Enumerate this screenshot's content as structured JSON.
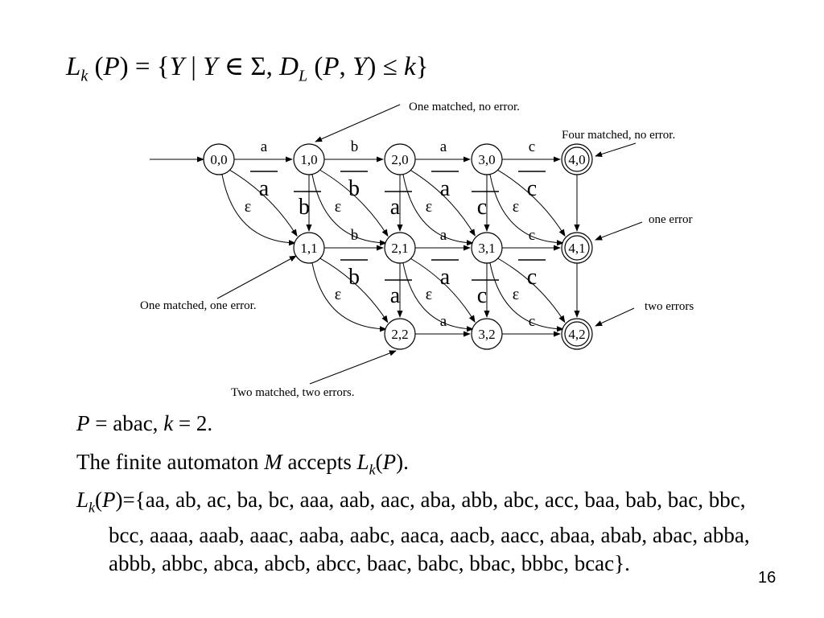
{
  "formula": {
    "L": "L",
    "k": "k",
    "p_open": "(",
    "P": "P",
    "mid": ") = {",
    "Y1": "Y",
    "bar": " | ",
    "Y2": "Y",
    "in_sigma": " ∈ Σ, ",
    "D": "D",
    "L_sub": "L",
    "args_open": "(",
    "args_P": "P",
    "comma": ", ",
    "args_Y": "Y",
    "leq": ") ≤ ",
    "k2": "k",
    "close": "}"
  },
  "diagram": {
    "states": [
      {
        "id": "0,0",
        "label": "0,0",
        "accepting": false
      },
      {
        "id": "1,0",
        "label": "1,0",
        "accepting": false
      },
      {
        "id": "2,0",
        "label": "2,0",
        "accepting": false
      },
      {
        "id": "3,0",
        "label": "3,0",
        "accepting": false
      },
      {
        "id": "4,0",
        "label": "4,0",
        "accepting": true
      },
      {
        "id": "1,1",
        "label": "1,1",
        "accepting": false
      },
      {
        "id": "2,1",
        "label": "2,1",
        "accepting": false
      },
      {
        "id": "3,1",
        "label": "3,1",
        "accepting": false
      },
      {
        "id": "4,1",
        "label": "4,1",
        "accepting": true
      },
      {
        "id": "2,2",
        "label": "2,2",
        "accepting": false
      },
      {
        "id": "3,2",
        "label": "3,2",
        "accepting": false
      },
      {
        "id": "4,2",
        "label": "4,2",
        "accepting": true
      }
    ],
    "horizontal_labels": {
      "row0": [
        "a",
        "b",
        "a",
        "c"
      ],
      "row1": [
        "b",
        "a",
        "c"
      ],
      "row2": [
        "a",
        "c"
      ]
    },
    "mismatch_labels": {
      "row0": [
        "a",
        "b",
        "a",
        "c"
      ],
      "row1": [
        "b",
        "a",
        "c"
      ]
    },
    "deletion_labels": {
      "row0": [
        "b",
        "a",
        "c"
      ],
      "row1": [
        "a",
        "c"
      ]
    },
    "epsilon": "ε",
    "annotations": {
      "one_matched_no_error": "One matched, no error.",
      "four_matched_no_error": "Four matched, no error.",
      "one_error": "one error",
      "two_errors": "two errors",
      "one_matched_one_error": "One matched, one error.",
      "two_matched_two_errors": "Two matched, two errors."
    }
  },
  "text": {
    "line1": {
      "P": "P",
      "eq1": " = abac, ",
      "k": "k",
      "eq2": " = 2."
    },
    "line2": {
      "pre": "The finite automaton ",
      "M": "M",
      "mid": " accepts ",
      "L": "L",
      "k": "k",
      "po": "(",
      "P": "P",
      "pc": ")."
    },
    "line3": {
      "L": "L",
      "k": "k",
      "po": "(",
      "P": "P",
      "rest": ")={aa, ab, ac, ba, bc, aaa, aab, aac, aba, abb, abc, acc, baa, bab, bac, bbc, bcc, aaaa, aaab, aaac, aaba, aabc, aaca, aacb, aacc, abaa, abab, abac, abba, abbb, abbc, abca, abcb, abcc, baac, babc, bbac, bbbc, bcac}."
    }
  },
  "page_number": "16"
}
